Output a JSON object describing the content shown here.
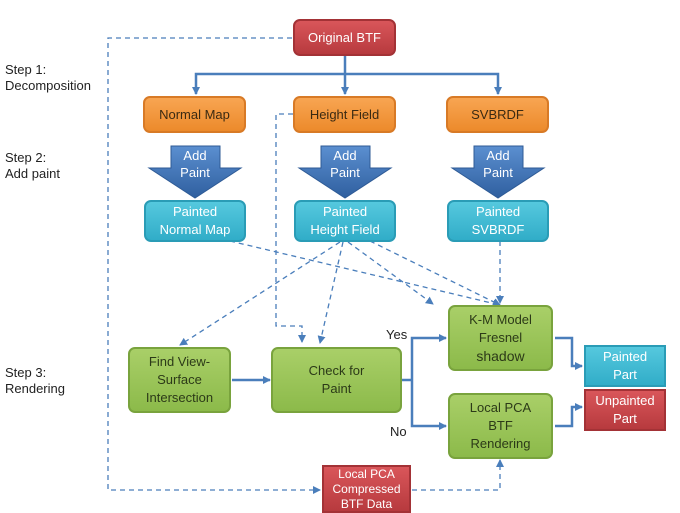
{
  "steps": [
    {
      "line1": "Step 1:",
      "line2": "Decomposition"
    },
    {
      "line1": "Step 2:",
      "line2": "Add paint"
    },
    {
      "line1": "Step 3:",
      "line2": "Rendering"
    }
  ],
  "nodes": {
    "original_btf": "Original BTF",
    "normal_map": "Normal Map",
    "height_field": "Height Field",
    "svbrdf": "SVBRDF",
    "add_paint": [
      "Add",
      "Paint"
    ],
    "painted_normal_map": [
      "Painted",
      "Normal Map"
    ],
    "painted_height_field": [
      "Painted",
      "Height Field"
    ],
    "painted_svbrdf": [
      "Painted",
      "SVBRDF"
    ],
    "find_view_surface": [
      "Find View-",
      "Surface",
      "Intersection"
    ],
    "check_for_paint": [
      "Check for",
      "Paint"
    ],
    "km_model": [
      "K-M Model",
      "Fresnel",
      "shadow"
    ],
    "local_pca_btf": [
      "Local PCA",
      "BTF",
      "Rendering"
    ],
    "painted_part": [
      "Painted",
      "Part"
    ],
    "unpainted_part": [
      "Unpainted",
      "Part"
    ],
    "local_pca_compressed": [
      "Local PCA",
      "Compressed",
      "BTF Data"
    ]
  },
  "edge_labels": {
    "yes": "Yes",
    "no": "No"
  },
  "colors": {
    "red": "#c0464a",
    "orange": "#f39a3f",
    "cyan": "#3cb7d0",
    "green": "#96c158",
    "arrow_blue": "#4a7ebb",
    "big_arrow_blue": "#3d6fb0"
  }
}
